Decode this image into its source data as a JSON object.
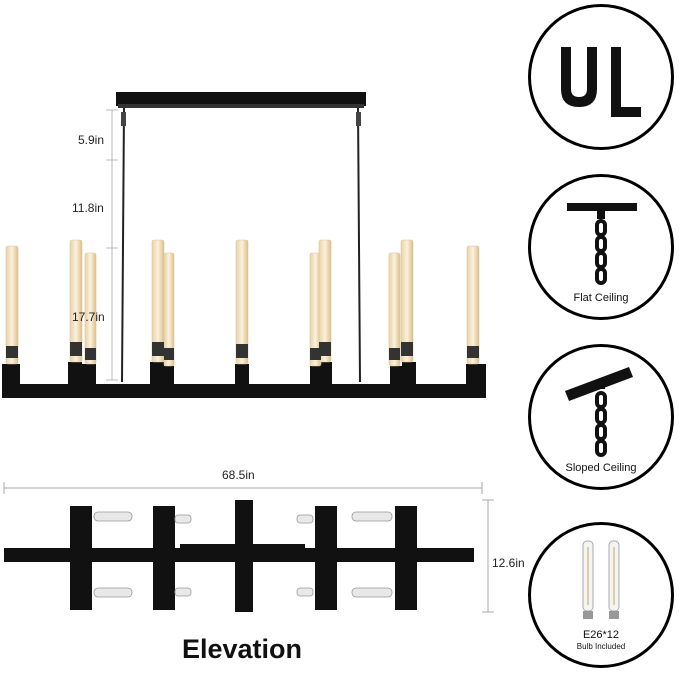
{
  "dimensions": {
    "chain_length": "5.9in",
    "rod_length": "11.8in",
    "fixture_height": "17.7in",
    "total_width": "68.5in",
    "depth": "12.6in"
  },
  "elevation_label": "Elevation",
  "badges": {
    "certification": "UL",
    "flat_ceiling": "Flat Ceiling",
    "sloped_ceiling": "Sloped Ceiling",
    "bulb_spec": "E26*12",
    "bulb_note": "Bulb Included"
  },
  "colors": {
    "metal": "#111111",
    "glass": "#f2e6cc",
    "glass_glow": "#e8c98e",
    "dimension_line": "#aaaaaa"
  }
}
